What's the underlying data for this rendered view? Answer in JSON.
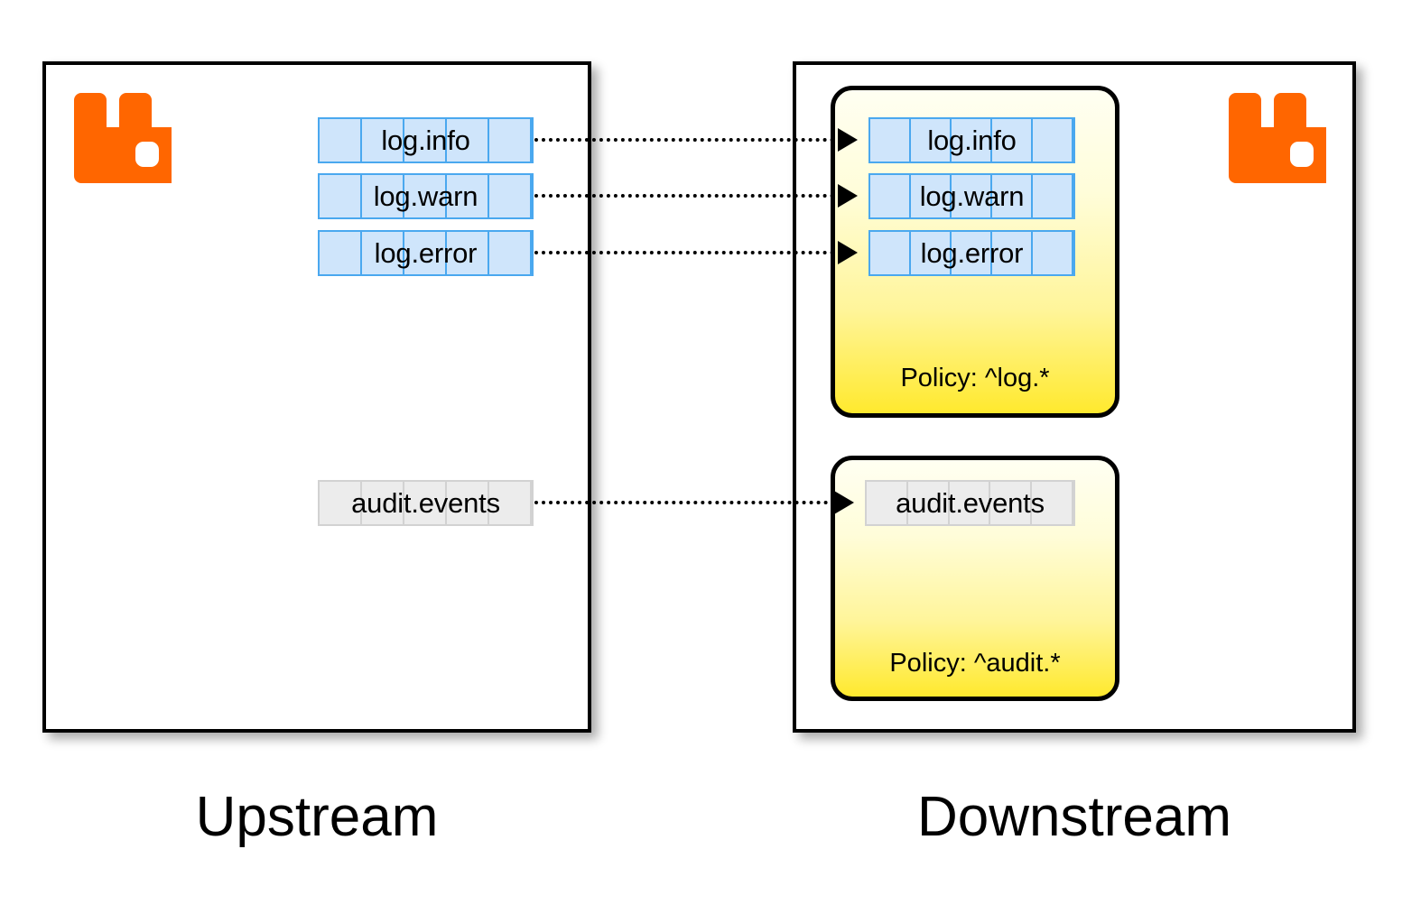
{
  "diagram": {
    "title_upstream": "Upstream",
    "title_downstream": "Downstream",
    "colors": {
      "logo_orange": "#FF6600",
      "queue_blue_fill": "#CFE5FB",
      "queue_blue_border": "#4AA8EF",
      "queue_grey_fill": "#ECECEC",
      "queue_grey_border": "#D2D2D2",
      "policy_yellow": "#FFE92E",
      "policy_top": "#FFFFF2",
      "container_border": "#000000",
      "background": "#FFFFFF"
    }
  },
  "upstream": {
    "logo": "rabbitmq-logo",
    "queues": [
      {
        "name": "log.info",
        "style": "blue",
        "cells": 5
      },
      {
        "name": "log.warn",
        "style": "blue",
        "cells": 5
      },
      {
        "name": "log.error",
        "style": "blue",
        "cells": 5
      },
      {
        "name": "audit.events",
        "style": "grey",
        "cells": 5
      }
    ]
  },
  "downstream": {
    "logo": "rabbitmq-logo",
    "policy_groups": [
      {
        "policy_label": "Policy: ^log.*",
        "queues": [
          {
            "name": "log.info",
            "style": "blue",
            "cells": 5
          },
          {
            "name": "log.warn",
            "style": "blue",
            "cells": 5
          },
          {
            "name": "log.error",
            "style": "blue",
            "cells": 5
          }
        ]
      },
      {
        "policy_label": "Policy: ^audit.*",
        "queues": [
          {
            "name": "audit.events",
            "style": "grey",
            "cells": 5
          }
        ]
      }
    ]
  },
  "links": [
    {
      "from": "log.info",
      "to": "log.info",
      "style": "dotted",
      "arrow": "triangle"
    },
    {
      "from": "log.warn",
      "to": "log.warn",
      "style": "dotted",
      "arrow": "triangle"
    },
    {
      "from": "log.error",
      "to": "log.error",
      "style": "dotted",
      "arrow": "triangle"
    },
    {
      "from": "audit.events",
      "to": "audit.events",
      "style": "dotted",
      "arrow": "triangle"
    }
  ]
}
